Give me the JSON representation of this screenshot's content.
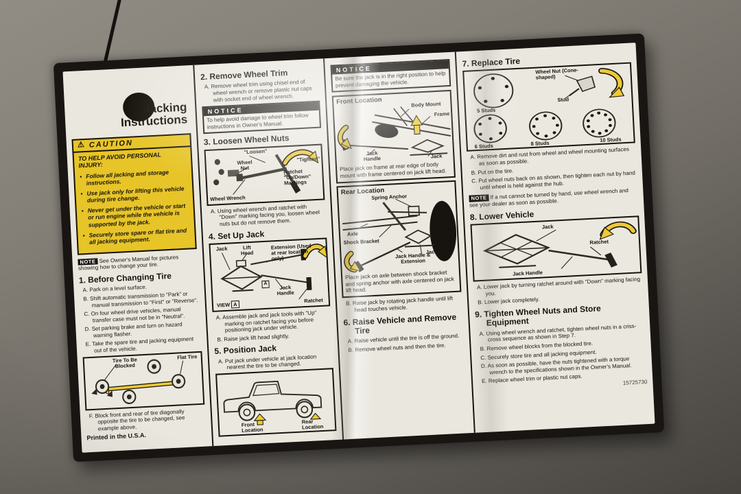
{
  "colors": {
    "paper": "#eae7df",
    "ink_black": "#17140f",
    "caution_yellow": "#e7c428",
    "arrow_yellow": "#ecc937",
    "background_gray": "#7b776f"
  },
  "icons": {
    "warning_triangle": "⚠"
  },
  "decal": {
    "title": {
      "line1": "Jacking",
      "line2": "Instructions"
    },
    "col1": {
      "caution": {
        "header": "CAUTION",
        "intro": "TO HELP AVOID PERSONAL INJURY:",
        "bullets": [
          "Follow all jacking and storage instructions.",
          "Use jack only for lifting this vehicle during tire change.",
          "Never get under the vehicle or start or run engine while the vehicle is supported by the jack.",
          "Securely store spare or flat tire and all jacking equipment."
        ]
      },
      "note_label": "NOTE",
      "note_text": "See Owner's Manual for pictures showing how to change your tire.",
      "s1_title": "1. Before Changing Tire",
      "s1_steps": [
        "A. Park on a level surface.",
        "B. Shift automatic transmission to \"Park\" or manual transmission to \"First\" or \"Reverse\".",
        "C. On four wheel drive vehicles, manual transfer case must not be in \"Neutral\".",
        "D. Set parking brake and turn on hazard warning flasher.",
        "E. Take the spare tire and jacking equipment out of the vehicle."
      ],
      "diagram": {
        "label_blocked": "Tire To Be Blocked",
        "label_flat": "Flat Tire"
      },
      "step_f": "F. Block front and rear of tire diagonally opposite the tire to be changed, see example above.",
      "printed": "Printed in the U.S.A."
    },
    "col2": {
      "s2_title": "2. Remove Wheel Trim",
      "s2_steps": [
        "A. Remove wheel trim using chisel end of wheel wrench or remove plastic nut caps with socket end of wheel wrench."
      ],
      "notice_label": "NOTICE",
      "notice_text": "To help avoid damage to wheel trim follow instructions in Owner's Manual.",
      "s3_title": "3. Loosen Wheel Nuts",
      "s3_labels": {
        "loosen": "\"Loosen\"",
        "tighten": "\"Tighten\"",
        "wheel_nut": "Wheel Nut",
        "ratchet": "Ratchet \"Up/Down\" Markings",
        "wheel_wrench": "Wheel Wrench"
      },
      "s3_steps": [
        "A. Using wheel wrench and ratchet with \"Down\" marking facing you, loosen wheel nuts but do not remove them."
      ],
      "s4_title": "4. Set Up Jack",
      "s4_labels": {
        "jack": "Jack",
        "lift_head": "Lift Head",
        "extension": "Extension (Used at rear location only)",
        "jack_handle": "Jack Handle",
        "ratchet": "Ratchet",
        "view": "VIEW",
        "marker_a": "A"
      },
      "s4_steps": [
        "A. Assemble jack and jack tools with \"Up\" marking on ratchet facing you before positioning jack under vehicle.",
        "B. Raise jack lift head slightly."
      ],
      "s5_title": "5. Position Jack",
      "s5_steps": [
        "A. Put jack under vehicle at jack location nearest the tire to be changed."
      ],
      "s5_labels": {
        "front": "Front Location",
        "rear": "Rear Location"
      }
    },
    "col3": {
      "notice_label": "NOTICE",
      "notice_text": "Be sure the jack is in the right position to help prevent damaging the vehicle.",
      "front": {
        "title": "Front Location",
        "labels": {
          "body_mount": "Body Mount",
          "frame": "Frame",
          "jack_handle": "Jack Handle",
          "jack": "Jack"
        },
        "caption": "Place jack on frame at rear edge of body mount with frame centered on jack lift head."
      },
      "rear": {
        "title": "Rear Location",
        "labels": {
          "spring_anchor": "Spring Anchor",
          "axle": "Axle",
          "shock_bracket": "Shock Bracket",
          "jack": "Jack",
          "handle_extension": "Jack Handle & Extension"
        },
        "caption": "Place jack on axle between shock bracket and spring anchor with axle centered on jack lift head."
      },
      "step_b": "B. Raise jack by rotating jack handle until lift head touches vehicle.",
      "s6_title": "6. Raise Vehicle and Remove Tire",
      "s6_steps": [
        "A. Raise vehicle until the tire is off the ground.",
        "B. Remove wheel nuts and then the tire."
      ]
    },
    "col4": {
      "s7_title": "7. Replace Tire",
      "stud_counts": [
        5,
        6,
        8,
        10
      ],
      "stud_labels": [
        "5 Studs",
        "6 Studs",
        "8 Studs",
        "10 Studs"
      ],
      "s7_labels": {
        "wheel_nut": "Wheel Nut (Cone-shaped)",
        "stud": "Stud"
      },
      "s7_steps": [
        "A. Remove dirt and rust from wheel and wheel mounting surfaces as soon as possible.",
        "B. Put on the tire.",
        "C. Put wheel nuts back on as shown, then tighten each nut by hand until wheel is held against the hub."
      ],
      "note_label": "NOTE",
      "note_text": "If a nut cannot be turned by hand, use wheel wrench and see your dealer as soon as possible.",
      "s8_title": "8. Lower Vehicle",
      "s8_labels": {
        "jack": "Jack",
        "ratchet": "Ratchet",
        "jack_handle": "Jack Handle"
      },
      "s8_steps": [
        "A. Lower jack by turning ratchet around with \"Down\" marking facing you.",
        "B. Lower jack completely."
      ],
      "s9_title": "9. Tighten Wheel Nuts and Store Equipment",
      "s9_steps": [
        "A. Using wheel wrench and ratchet, tighten wheel nuts in a criss-cross sequence as shown in Step 7.",
        "B. Remove wheel blocks from the blocked tire.",
        "C. Securely store tire and all jacking equipment.",
        "D. As soon as possible, have the nuts tightened with a torque wrench to the specifications shown in the Owner's Manual.",
        "E. Replace wheel trim or plastic nut caps."
      ],
      "part_number": "15725730"
    }
  }
}
